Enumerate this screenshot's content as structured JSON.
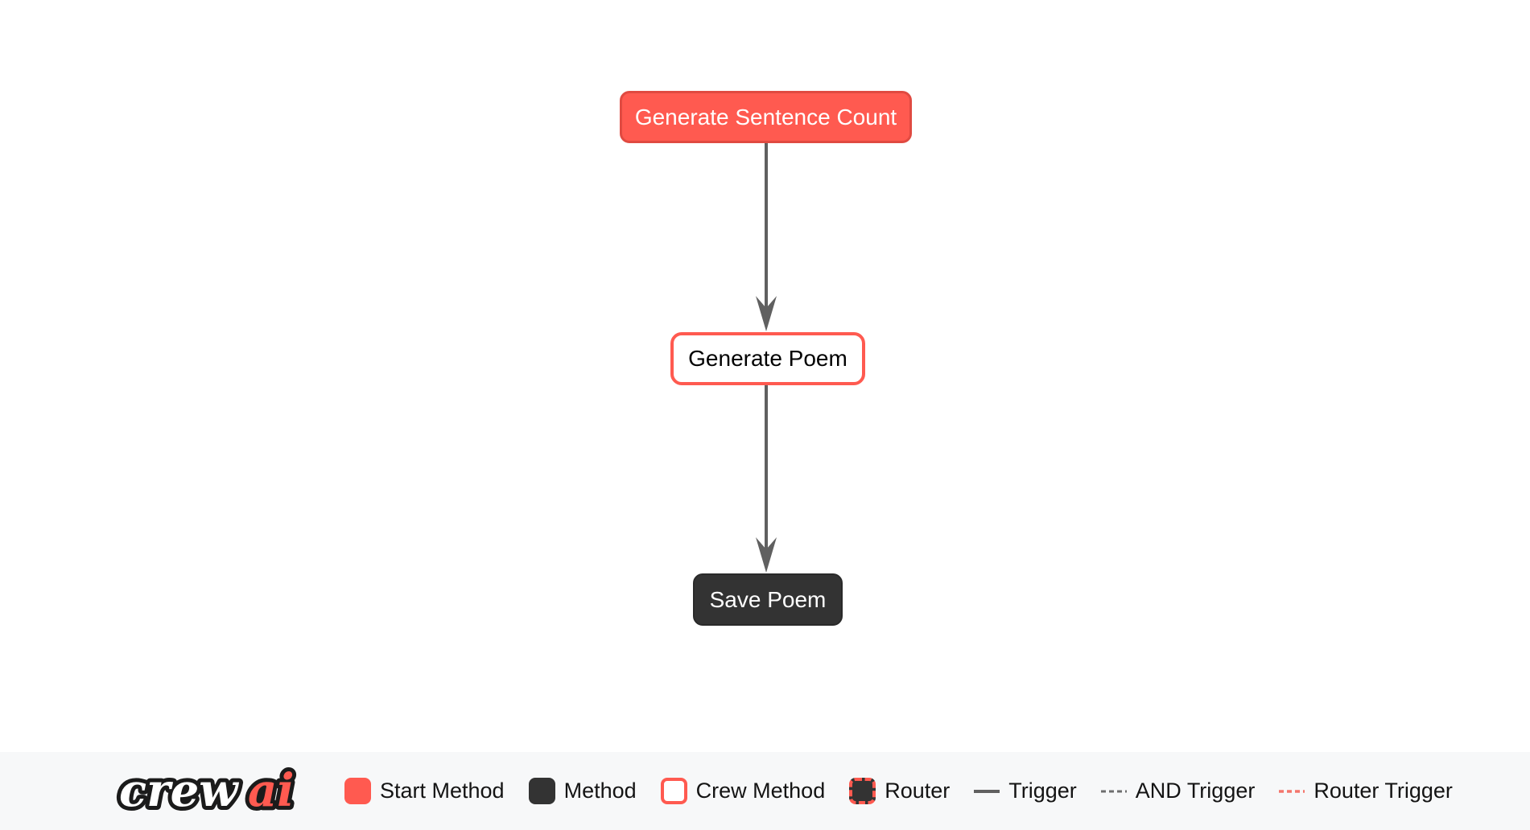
{
  "diagram": {
    "nodes": [
      {
        "id": "generate_sentence_count",
        "label": "Generate Sentence Count",
        "type": "start-method",
        "fill": "#FF5A50",
        "text_color": "#ffffff"
      },
      {
        "id": "generate_poem",
        "label": "Generate Poem",
        "type": "crew-method",
        "fill": "#ffffff",
        "text_color": "#000000"
      },
      {
        "id": "save_poem",
        "label": "Save Poem",
        "type": "method",
        "fill": "#333333",
        "text_color": "#ffffff"
      }
    ],
    "edges": [
      {
        "from": "generate_sentence_count",
        "to": "generate_poem",
        "type": "trigger"
      },
      {
        "from": "generate_poem",
        "to": "save_poem",
        "type": "trigger"
      }
    ]
  },
  "legend": {
    "logo": {
      "part1": "crew",
      "part2": "ai"
    },
    "items": [
      {
        "label": "Start Method",
        "swatch": "start-method"
      },
      {
        "label": "Method",
        "swatch": "method"
      },
      {
        "label": "Crew Method",
        "swatch": "crew-method"
      },
      {
        "label": "Router",
        "swatch": "router"
      },
      {
        "label": "Trigger",
        "swatch": "trigger-line"
      },
      {
        "label": "AND Trigger",
        "swatch": "and-trigger-line"
      },
      {
        "label": "Router Trigger",
        "swatch": "router-trigger-line"
      }
    ]
  },
  "colors": {
    "accent_red": "#FF5A50",
    "accent_red_border": "#E04A41",
    "node_dark": "#333333",
    "edge_gray": "#606060",
    "and_trigger_gray": "#6e6e6e",
    "router_trigger_red": "#F4756C",
    "legend_background": "#F7F8F9",
    "canvas_background": "#ffffff",
    "legend_text": "#141414"
  }
}
